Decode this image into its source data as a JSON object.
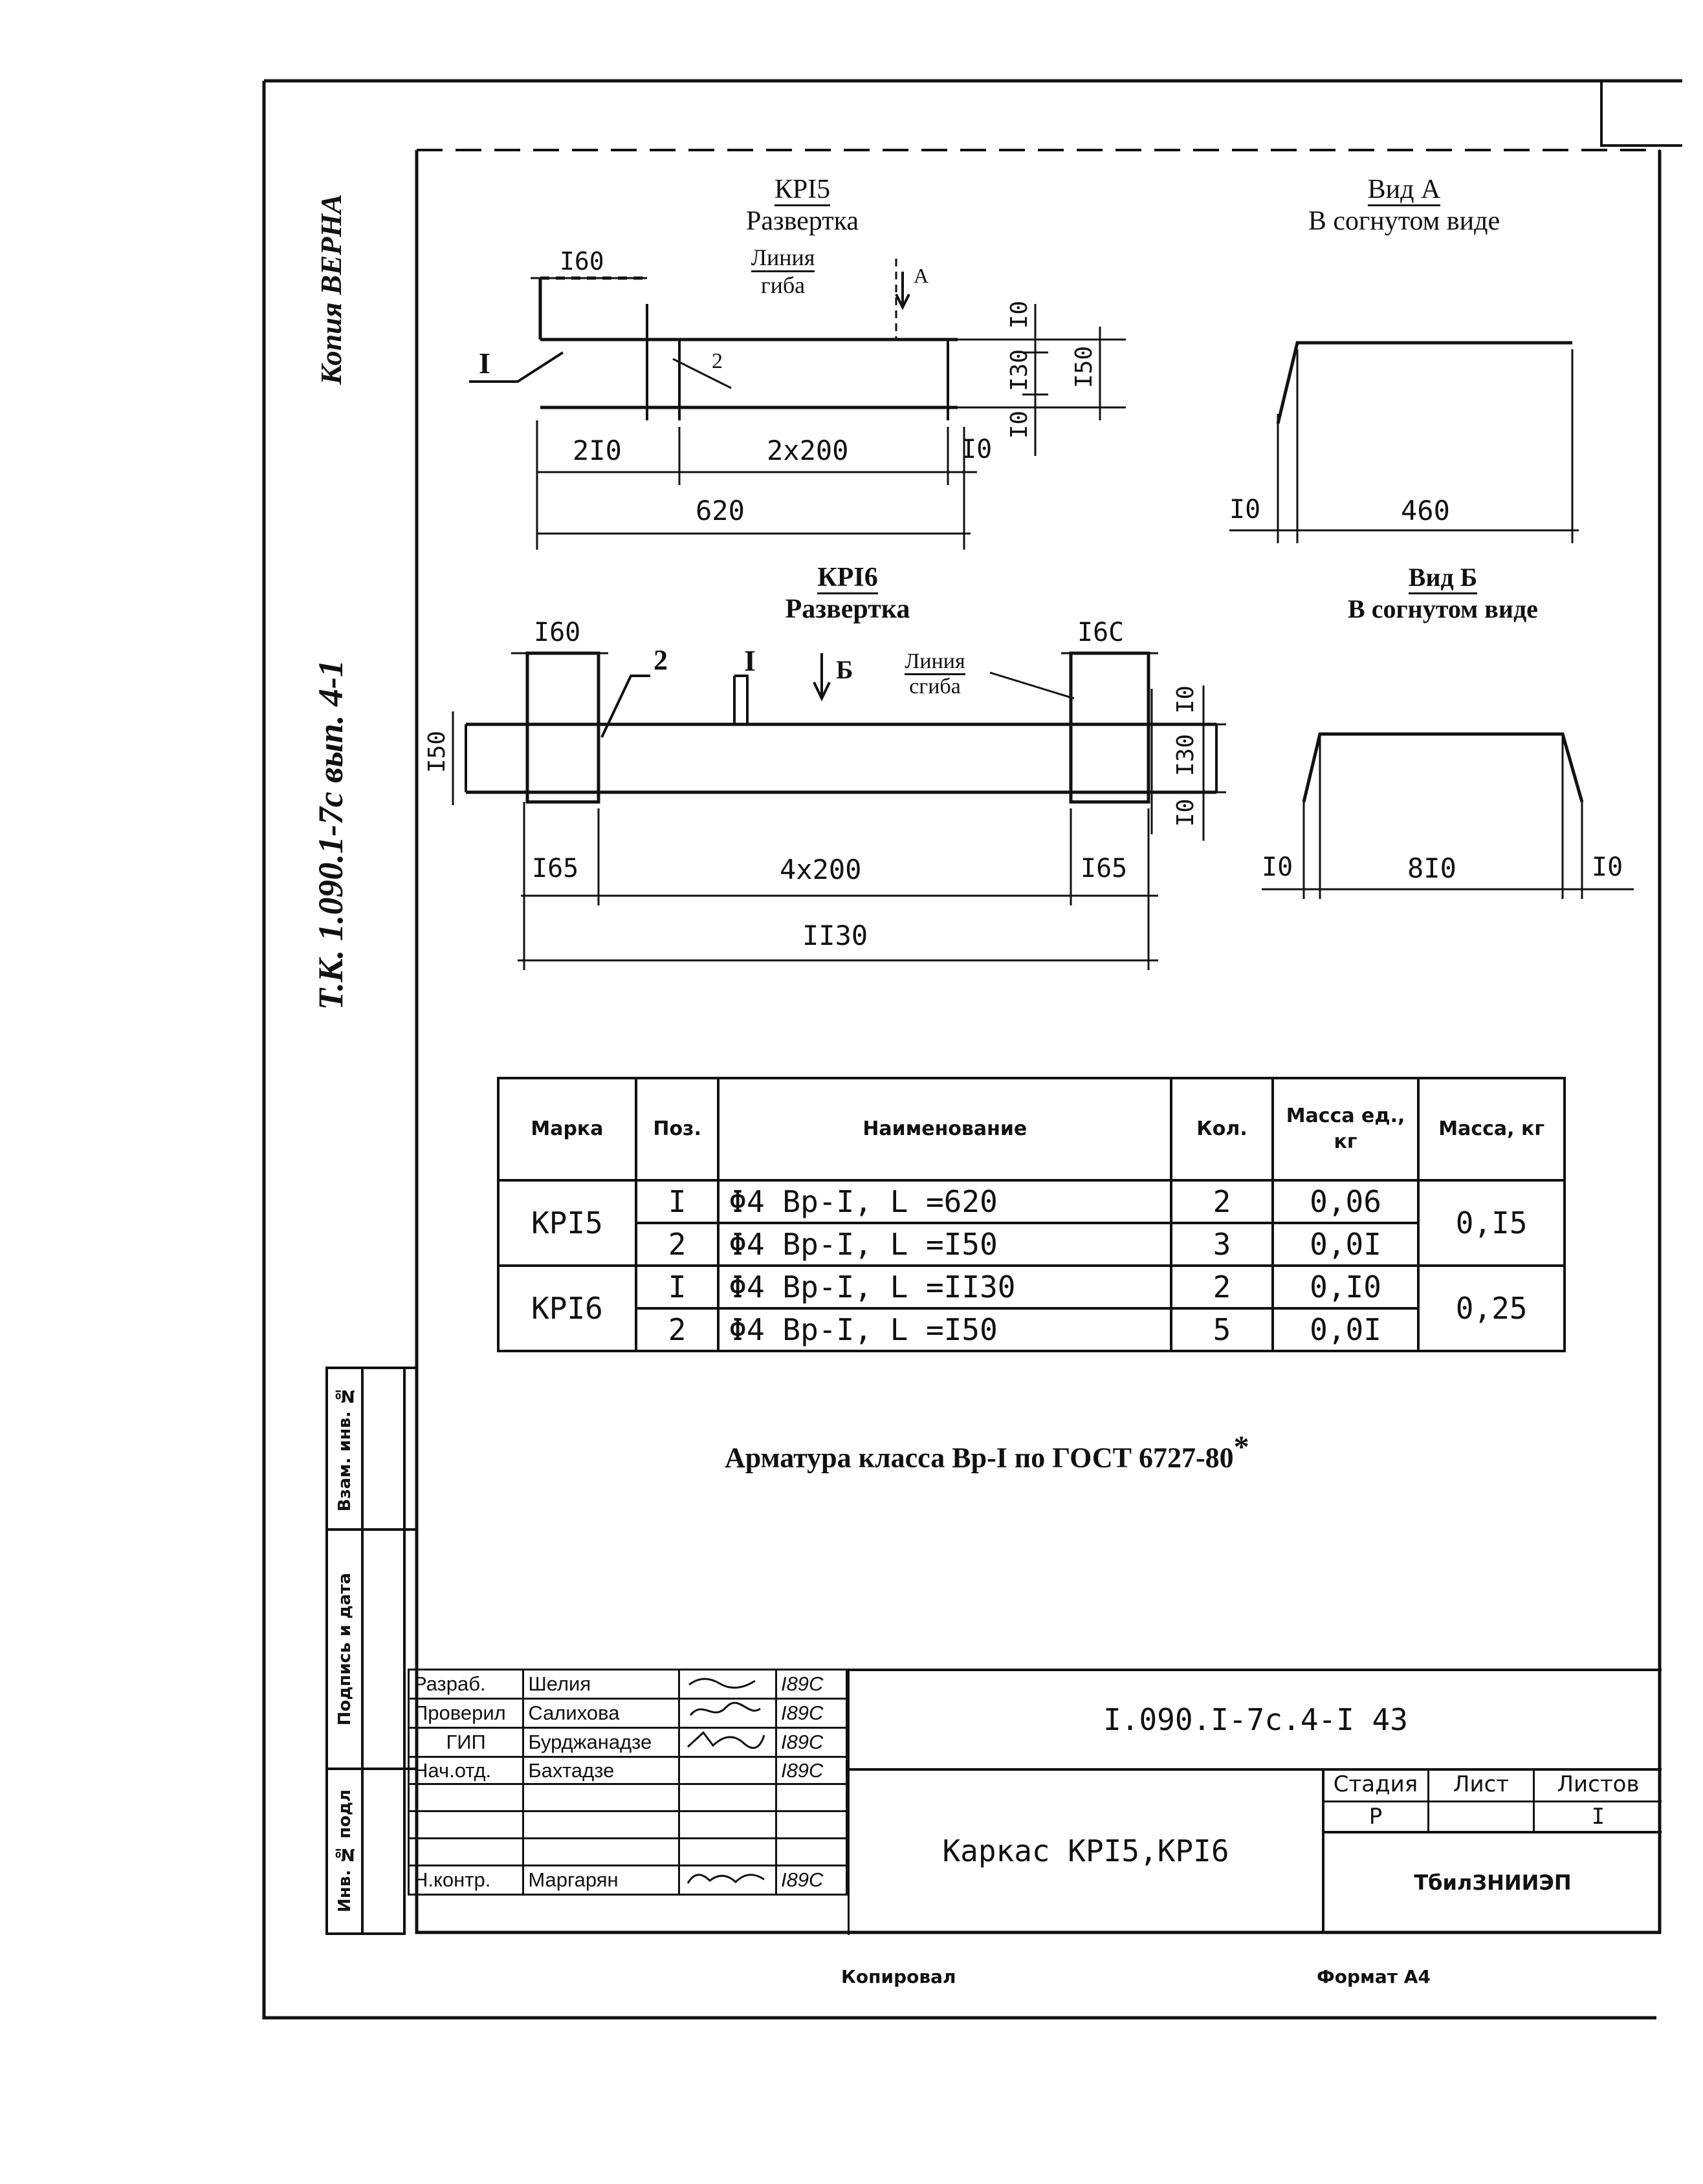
{
  "document": {
    "margin_stamp": "Копия ВЕРНА",
    "margin_doc_ref": "Т.К. 1.090.1-7с вып. 4-1",
    "side_columns": [
      "Инв. № подл",
      "Подпись и дата",
      "Взам. инв. №"
    ]
  },
  "kr15": {
    "mark": "КРI5",
    "subtitle": "Развертка",
    "bend_line": [
      "Линия",
      "гиба"
    ],
    "view_arrow": "А",
    "callout_1": "I",
    "callout_2": "2",
    "dims": {
      "d160": "I60",
      "d210": "2I0",
      "d2x200": "2x200",
      "d10_right": "I0",
      "d620": "620",
      "v10_top": "I0",
      "v130": "I30",
      "v10_bot": "I0",
      "v150": "I50"
    }
  },
  "view_a": {
    "title": "Вид А",
    "subtitle": "В согнутом виде",
    "d10": "I0",
    "d460": "460"
  },
  "kr16": {
    "mark": "КРI6",
    "subtitle": "Развертка",
    "bend_line": [
      "Линия",
      "сгиба"
    ],
    "view_arrow": "Б",
    "callout_1": "I",
    "callout_2": "2",
    "dims": {
      "d160_left": "I60",
      "d160_right": "I6С",
      "d150": "I50",
      "v10_top": "I0",
      "v130": "I30",
      "v10_bot": "I0",
      "d165_left": "I65",
      "d4x200": "4x200",
      "d165_right": "I65",
      "d1130": "II30"
    }
  },
  "view_b": {
    "title": "Вид Б",
    "subtitle": "В согнутом виде",
    "d10_left": "I0",
    "d810": "8I0",
    "d10_right": "I0"
  },
  "spec_table": {
    "headers": [
      "Марка",
      "Поз.",
      "Наименование",
      "Кол.",
      "Масса ед., кг",
      "Масса, кг"
    ],
    "groups": [
      {
        "mark": "КРI5",
        "total": "0,I5",
        "rows": [
          {
            "pos": "I",
            "name": "Φ4 Вр-I,  L =620",
            "qty": "2",
            "unit": "0,06"
          },
          {
            "pos": "2",
            "name": "Φ4 Вр-I,  L =I50",
            "qty": "3",
            "unit": "0,0I"
          }
        ]
      },
      {
        "mark": "КРI6",
        "total": "0,25",
        "rows": [
          {
            "pos": "I",
            "name": "Φ4 Вр-I,  L =II30",
            "qty": "2",
            "unit": "0,I0"
          },
          {
            "pos": "2",
            "name": "Φ4 Вр-I,  L =I50",
            "qty": "5",
            "unit": "0,0I"
          }
        ]
      }
    ]
  },
  "note": {
    "text": "Арматура класса Вр-I по ГОСТ 6727-80",
    "mark": "*"
  },
  "title_block": {
    "people": [
      {
        "role": "Разраб.",
        "name": "Шелия",
        "date": "I89С"
      },
      {
        "role": "Проверил",
        "name": "Салихова",
        "date": "I89С"
      },
      {
        "role": "ГИП",
        "name": "Бурджанадзе",
        "date": "I89С"
      },
      {
        "role": "Нач.отд.",
        "name": "Бахтадзе",
        "date": "I89С"
      },
      {
        "role": "",
        "name": "",
        "date": ""
      },
      {
        "role": "",
        "name": "",
        "date": ""
      },
      {
        "role": "",
        "name": "",
        "date": ""
      },
      {
        "role": "Н.контр.",
        "name": "Маргарян",
        "date": "I89С"
      }
    ],
    "code": "I.090.I-7с.4-I 43",
    "title": "Каркас КРI5,КРI6",
    "stage_label": "Стадия",
    "sheet_label": "Лист",
    "sheets_label": "Листов",
    "stage": "Р",
    "sheet": "",
    "sheets": "I",
    "org": "ТбилЗНИИЭП"
  },
  "footer": {
    "copied": "Копировал",
    "format": "Формат А4"
  }
}
